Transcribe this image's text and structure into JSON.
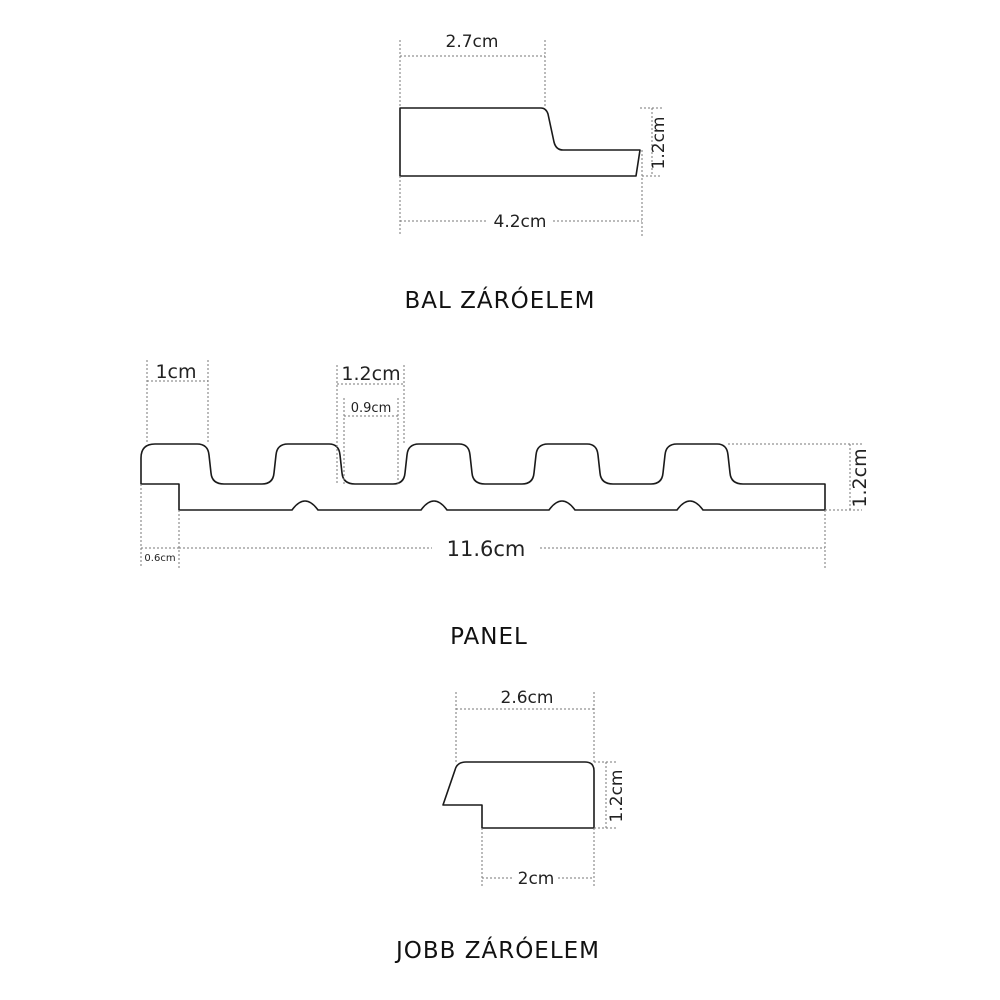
{
  "left_end": {
    "title": "BAL ZÁRÓELEM",
    "dim_top": "2.7cm",
    "dim_bottom": "4.2cm",
    "dim_height": "1.2cm"
  },
  "panel": {
    "title": "PANEL",
    "dim_rib_width": "1cm",
    "dim_groove_top": "1.2cm",
    "dim_groove_bottom": "0.9cm",
    "dim_total_width": "11.6cm",
    "dim_offset": "0.6cm",
    "dim_height": "1.2cm"
  },
  "right_end": {
    "title": "JOBB ZÁRÓELEM",
    "dim_top": "2.6cm",
    "dim_bottom": "2cm",
    "dim_height": "1.2cm"
  }
}
